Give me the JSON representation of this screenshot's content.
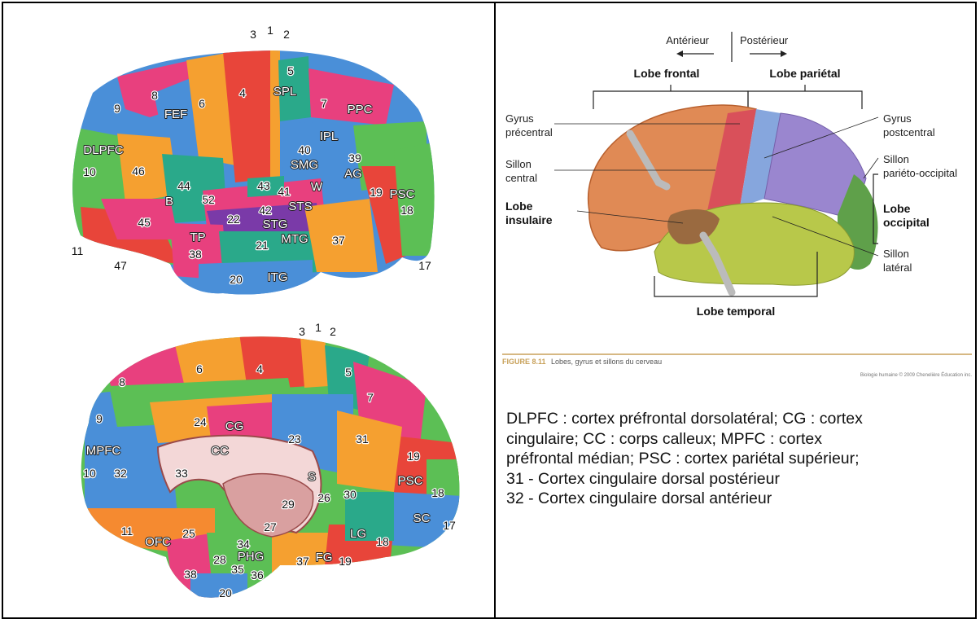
{
  "lateral_labels": [
    "3",
    "1",
    "2",
    "5",
    "SPL",
    "8",
    "FEF",
    "6",
    "4",
    "9",
    "7",
    "PPC",
    "IPL",
    "DLPFC",
    "40",
    "SMG",
    "39",
    "AG",
    "10",
    "46",
    "44",
    "43",
    "41",
    "W",
    "52",
    "STS",
    "19",
    "PSC",
    "B",
    "42",
    "18",
    "22",
    "STG",
    "45",
    "TP",
    "21",
    "MTG",
    "37",
    "11",
    "38",
    "47",
    "20",
    "ITG",
    "17"
  ],
  "medial_labels": [
    "3",
    "1",
    "2",
    "8",
    "6",
    "4",
    "5",
    "7",
    "9",
    "24",
    "CG",
    "MPFC",
    "23",
    "31",
    "CC",
    "10",
    "32",
    "33",
    "S",
    "19",
    "PSC",
    "30",
    "18",
    "29",
    "26",
    "SC",
    "17",
    "11",
    "25",
    "OFC",
    "27",
    "34",
    "LG",
    "18",
    "PHG",
    "28",
    "37",
    "FG",
    "19",
    "38",
    "35",
    "36",
    "20"
  ],
  "right_diagram": {
    "anterior": "Antérieur",
    "posterior": "Postérieur",
    "frontal_lobe": "Lobe frontal",
    "parietal_lobe": "Lobe pariétal",
    "precentral_1": "Gyrus",
    "precentral_2": "précentral",
    "central_1": "Sillon",
    "central_2": "central",
    "insular_1": "Lobe",
    "insular_2": "insulaire",
    "postcentral_1": "Gyrus",
    "postcentral_2": "postcentral",
    "parieto_1": "Sillon",
    "parieto_2": "pariéto-occipital",
    "occipital_1": "Lobe",
    "occipital_2": "occipital",
    "lateral_1": "Sillon",
    "lateral_2": "latéral",
    "temporal_lobe": "Lobe temporal",
    "figure_number": "FIGURE 8.11",
    "figure_title": "Lobes, gyrus et sillons du cerveau",
    "credit": "Biologie humaine © 2009 Chenelière Éducation inc."
  },
  "caption_lines": [
    "DLPFC : cortex préfrontal dorsolatéral; CG : cortex",
    "cingulaire; CC : corps calleux; MPFC : cortex",
    "préfrontal médian; PSC : cortex pariétal supérieur;",
    "31 - Cortex cingulaire dorsal postérieur",
    "32 - Cortex cingulaire dorsal antérieur"
  ],
  "colors": {
    "orange": "#f5a030",
    "red": "#e8453a",
    "pink": "#e8407e",
    "blue": "#4a8fd8",
    "green": "#5cbf55",
    "teal": "#2aa98a",
    "purple": "#7a3aa8",
    "cream": "#f3d7d7",
    "frontal_lobe": "#e08a55",
    "parietal_lobe": "#9a86cf",
    "temporal_lobe": "#b8c84a",
    "occipital_lobe": "#5fa04a",
    "precentral": "#d9505a",
    "postcentral": "#86a6dd",
    "insula": "#9a6a40"
  }
}
